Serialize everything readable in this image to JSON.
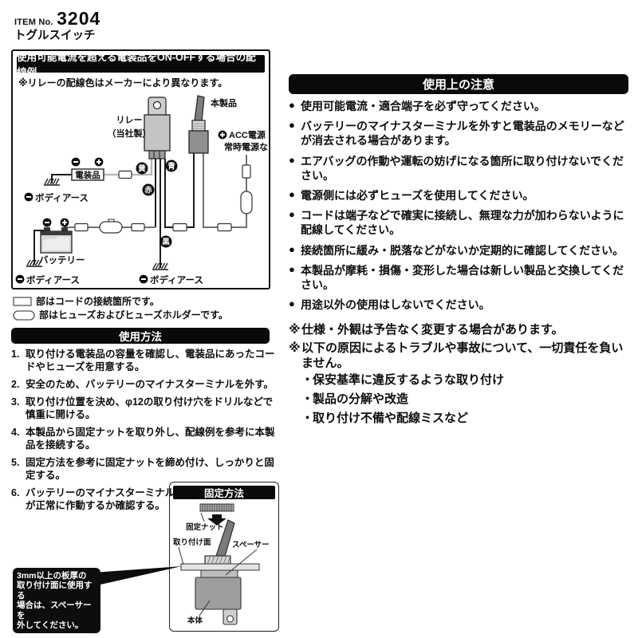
{
  "page": {
    "item_label": "ITEM No.",
    "item_number": "3204",
    "product_name": "トグルスイッチ"
  },
  "glyphs": {
    "bullet": "●",
    "minus": "−",
    "plus": "+"
  },
  "colors": {
    "ink": "#0d0d0d",
    "relay_gray": "#c4c4c4",
    "switch_gray": "#8f8f8f",
    "wire_yellow_print": "#b4b4b4",
    "wire_gray_print": "#707070"
  },
  "wiring_section": {
    "title": "使用可能電流を超える電装品をON-OFFする場合の配線例",
    "note": "※リレーの配線色はメーカーにより異なります。",
    "labels": {
      "relay_line1": "リレー",
      "relay_line2": "（当社製）",
      "product": "本製品",
      "acc_line1": "ACC電源・",
      "acc_line2": "常時電源など",
      "accessory": "電装品",
      "battery": "バッテリー",
      "body_earth": "ボディアース",
      "wire_yellow": "黄",
      "wire_blue": "青",
      "wire_red": "赤",
      "wire_black": "黒"
    },
    "legend_connector": "部はコードの接続箇所です。",
    "legend_fuse": "部はヒューズおよびヒューズホルダーです。"
  },
  "usage_method": {
    "title": "使用方法",
    "steps": [
      {
        "no": "1.",
        "text": "取り付ける電装品の容量を確認し、電装品にあったコードやヒューズを用意する。"
      },
      {
        "no": "2.",
        "text": "安全のため、バッテリーのマイナスターミナルを外す。"
      },
      {
        "no": "3.",
        "text": "取り付け位置を決め、φ12の取り付け穴をドリルなどで慎重に開ける。"
      },
      {
        "no": "4.",
        "text": "本製品から固定ナットを取り外し、配線例を参考に本製品を接続する。"
      },
      {
        "no": "5.",
        "text": "固定方法を参考に固定ナットを締め付け、しっかりと固定する。"
      },
      {
        "no": "6.",
        "text": "バッテリーのマイナスターミナルを取り付け、各電装品が正常に作動するか確認する。"
      }
    ]
  },
  "precautions": {
    "title": "使用上の注意",
    "items": [
      "使用可能電流・適合端子を必ず守ってください。",
      "バッテリーのマイナスターミナルを外すと電装品のメモリーなどが消去される場合があります。",
      "エアバッグの作動や運転の妨げになる箇所に取り付けないでください。",
      "電源側には必ずヒューズを使用してください。",
      "コードは端子などで確実に接続し、無理な力が加わらないように配線してください。",
      "接続箇所に緩み・脱落などがないか定期的に確認してください。",
      "本製品が摩耗・損傷・変形した場合は新しい製品と交換してください。",
      "用途以外の使用はしないでください。"
    ],
    "notes": [
      {
        "marker": "※",
        "text": "仕様・外観は予告なく変更する場合があります。"
      },
      {
        "marker": "※",
        "text": "以下の原因によるトラブルや事故について、一切責任を負いません。"
      }
    ],
    "disclaimer_items": [
      {
        "marker": "・",
        "text": "保安基準に違反するような取り付け"
      },
      {
        "marker": "・",
        "text": "製品の分解や改造"
      },
      {
        "marker": "・",
        "text": "取り付け不備や配線ミスなど"
      }
    ]
  },
  "fixing_section": {
    "title": "固定方法",
    "labels": {
      "nut": "固定ナット",
      "surface": "取り付け面",
      "spacer": "スペーサー",
      "body": "本体"
    },
    "callout_lines": [
      "3mm以上の板厚の",
      "取り付け面に使用する",
      "場合は、スペーサーを",
      "外してください。"
    ]
  }
}
